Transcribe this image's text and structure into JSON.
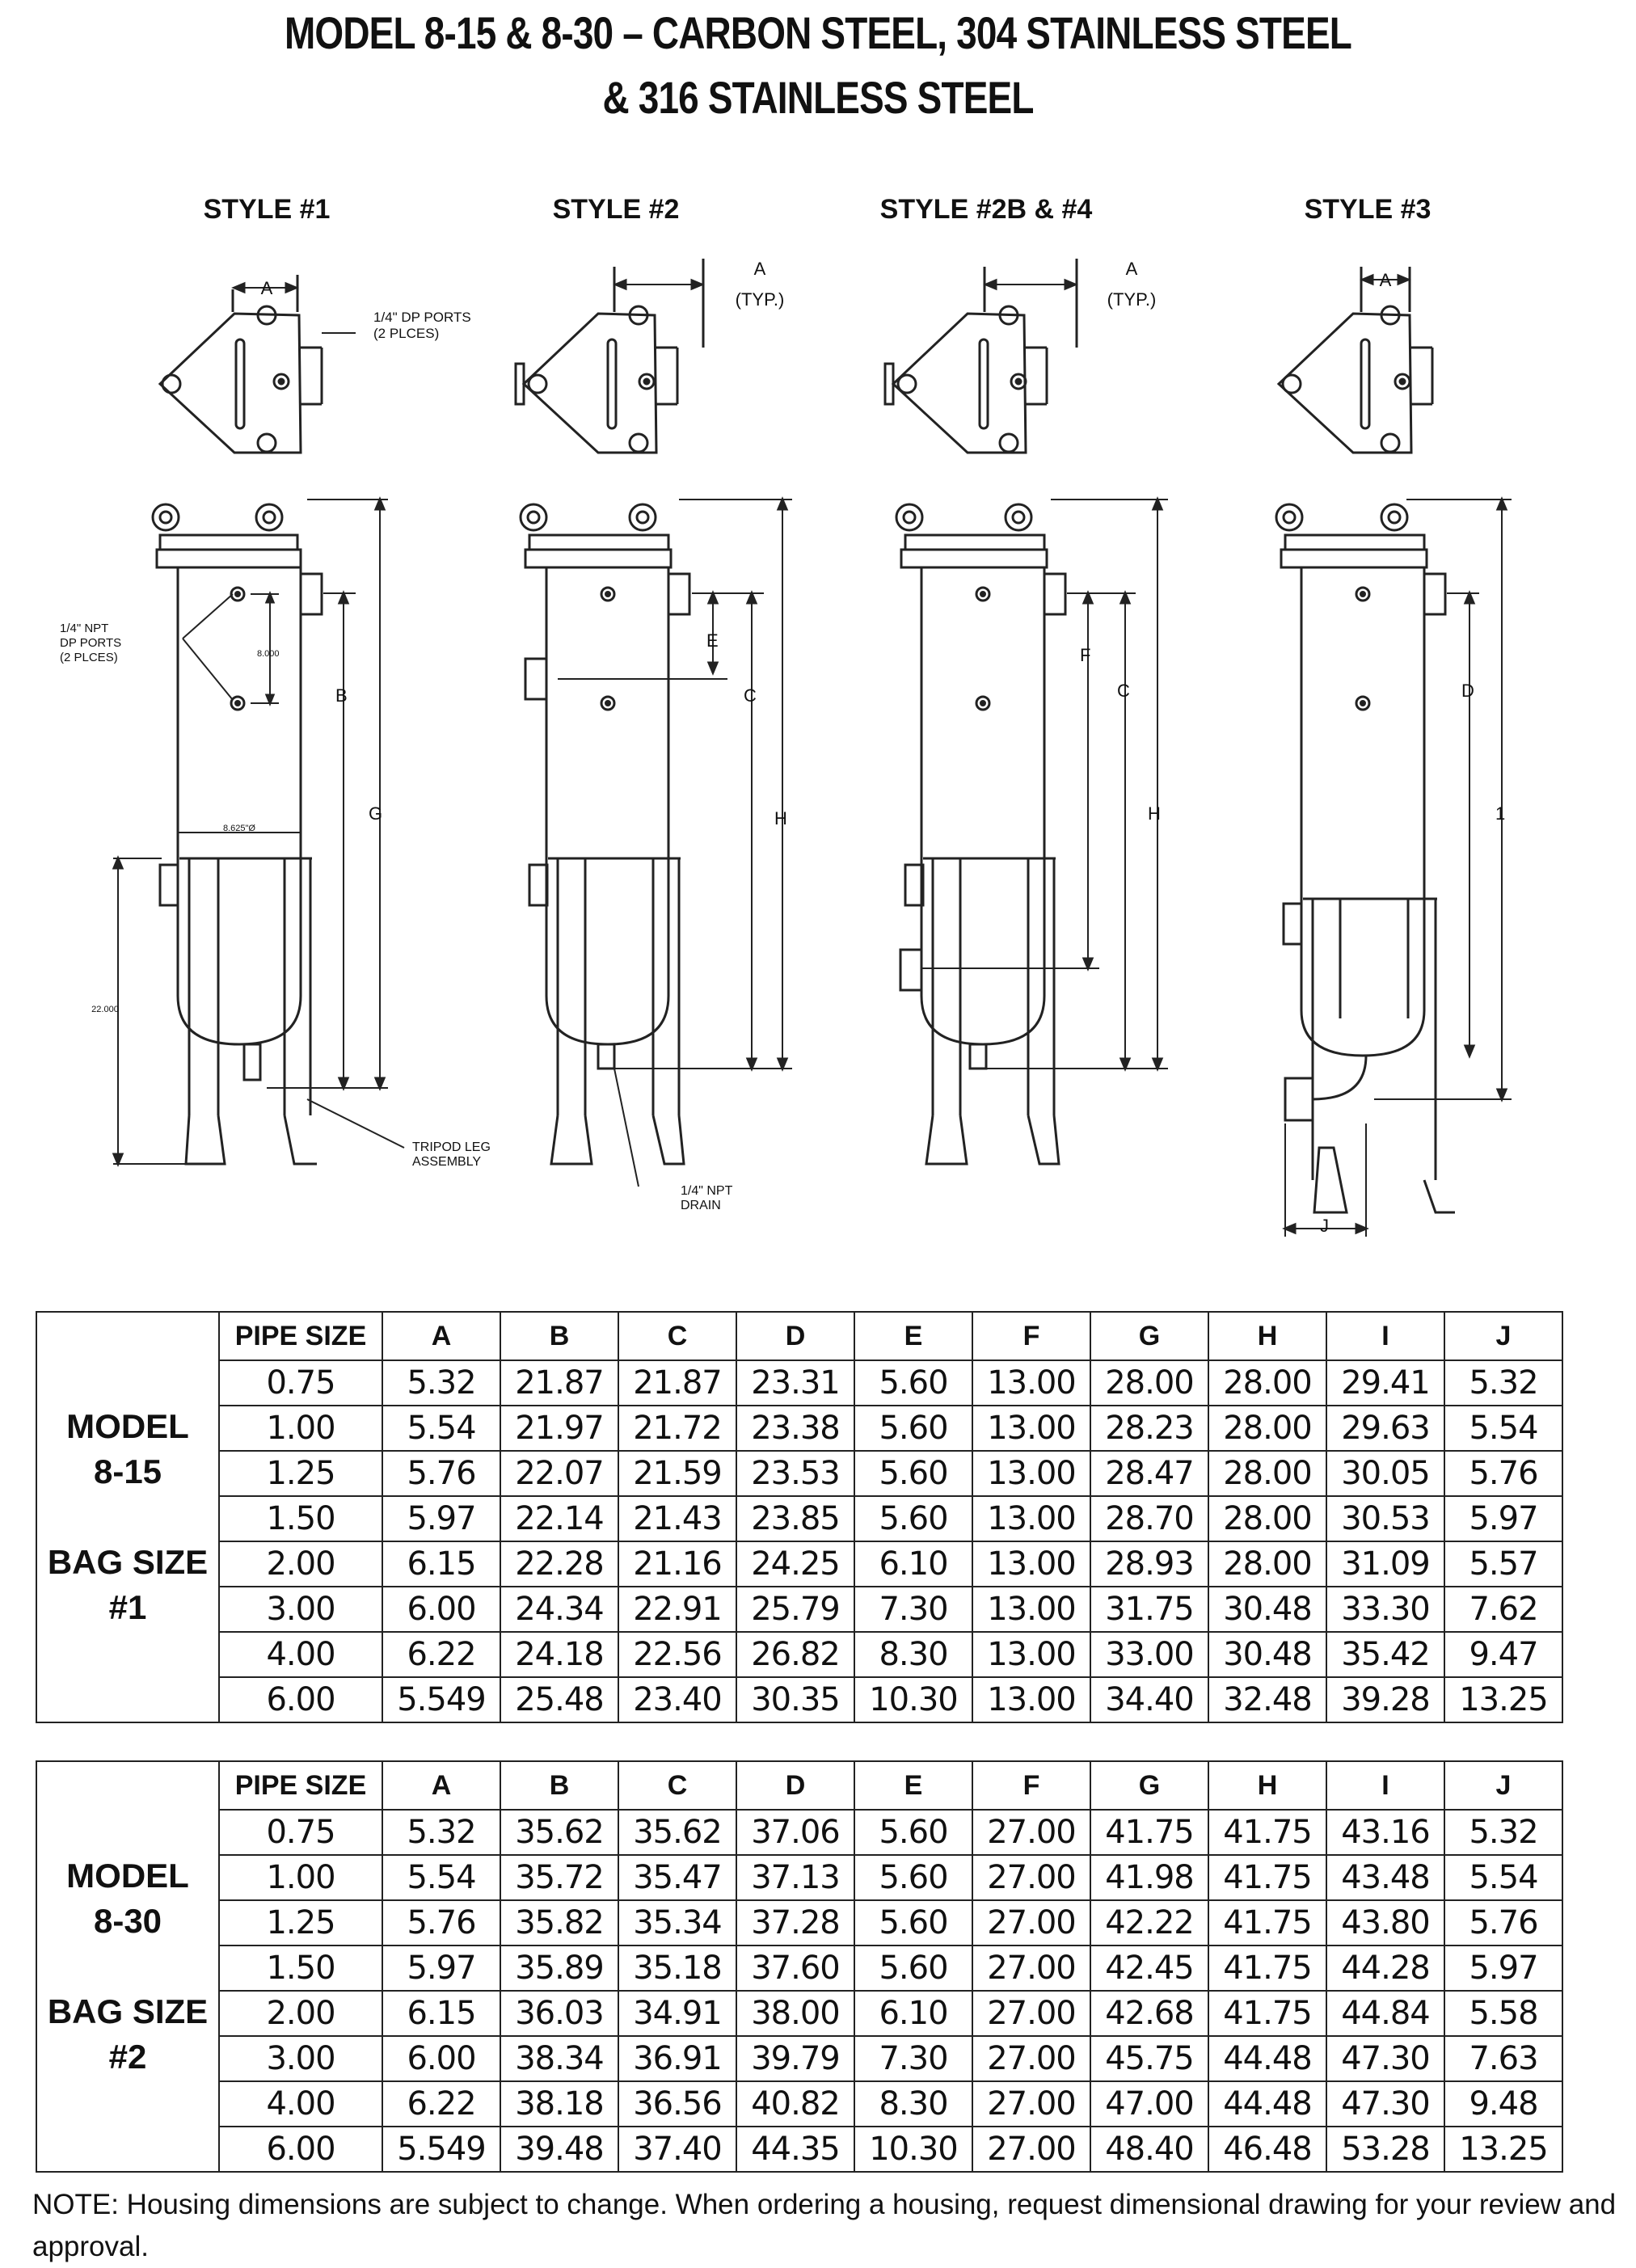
{
  "title": {
    "line1": "MODEL 8-15 & 8-30 – CARBON STEEL, 304 STAINLESS STEEL",
    "line2": "& 316 STAINLESS STEEL"
  },
  "styles": [
    "STYLE #1",
    "STYLE #2",
    "STYLE #2B & #4",
    "STYLE #3"
  ],
  "drawing_labels": {
    "a": "A",
    "a_typ": "(TYP.)",
    "dp_ports_top": "1/4\" DP PORTS",
    "dp_ports_top_count": "(2 PLCES)",
    "npt_dp_ports_1": "1/4\" NPT",
    "npt_dp_ports_2": "DP PORTS",
    "npt_dp_ports_3": "(2 PLCES)",
    "spacing": "8.000",
    "diameter": "8.625\"Ø",
    "leg_height": "22.000",
    "tripod_1": "TRIPOD LEG",
    "tripod_2": "ASSEMBLY",
    "drain_1": "1/4\" NPT",
    "drain_2": "DRAIN",
    "b": "B",
    "c": "C",
    "d": "D",
    "e": "E",
    "f": "F",
    "g": "G",
    "h": "H",
    "i": "1",
    "j": "J"
  },
  "table_headers": [
    "PIPE SIZE",
    "A",
    "B",
    "C",
    "D",
    "E",
    "F",
    "G",
    "H",
    "I",
    "J"
  ],
  "tables": [
    {
      "model_lines": [
        "MODEL",
        "8-15",
        "",
        "BAG SIZE",
        "#1"
      ],
      "rows": [
        [
          "0.75",
          "5.32",
          "21.87",
          "21.87",
          "23.31",
          "5.60",
          "13.00",
          "28.00",
          "28.00",
          "29.41",
          "5.32"
        ],
        [
          "1.00",
          "5.54",
          "21.97",
          "21.72",
          "23.38",
          "5.60",
          "13.00",
          "28.23",
          "28.00",
          "29.63",
          "5.54"
        ],
        [
          "1.25",
          "5.76",
          "22.07",
          "21.59",
          "23.53",
          "5.60",
          "13.00",
          "28.47",
          "28.00",
          "30.05",
          "5.76"
        ],
        [
          "1.50",
          "5.97",
          "22.14",
          "21.43",
          "23.85",
          "5.60",
          "13.00",
          "28.70",
          "28.00",
          "30.53",
          "5.97"
        ],
        [
          "2.00",
          "6.15",
          "22.28",
          "21.16",
          "24.25",
          "6.10",
          "13.00",
          "28.93",
          "28.00",
          "31.09",
          "5.57"
        ],
        [
          "3.00",
          "6.00",
          "24.34",
          "22.91",
          "25.79",
          "7.30",
          "13.00",
          "31.75",
          "30.48",
          "33.30",
          "7.62"
        ],
        [
          "4.00",
          "6.22",
          "24.18",
          "22.56",
          "26.82",
          "8.30",
          "13.00",
          "33.00",
          "30.48",
          "35.42",
          "9.47"
        ],
        [
          "6.00",
          "5.549",
          "25.48",
          "23.40",
          "30.35",
          "10.30",
          "13.00",
          "34.40",
          "32.48",
          "39.28",
          "13.25"
        ]
      ]
    },
    {
      "model_lines": [
        "MODEL",
        "8-30",
        "",
        "BAG SIZE",
        "#2"
      ],
      "rows": [
        [
          "0.75",
          "5.32",
          "35.62",
          "35.62",
          "37.06",
          "5.60",
          "27.00",
          "41.75",
          "41.75",
          "43.16",
          "5.32"
        ],
        [
          "1.00",
          "5.54",
          "35.72",
          "35.47",
          "37.13",
          "5.60",
          "27.00",
          "41.98",
          "41.75",
          "43.48",
          "5.54"
        ],
        [
          "1.25",
          "5.76",
          "35.82",
          "35.34",
          "37.28",
          "5.60",
          "27.00",
          "42.22",
          "41.75",
          "43.80",
          "5.76"
        ],
        [
          "1.50",
          "5.97",
          "35.89",
          "35.18",
          "37.60",
          "5.60",
          "27.00",
          "42.45",
          "41.75",
          "44.28",
          "5.97"
        ],
        [
          "2.00",
          "6.15",
          "36.03",
          "34.91",
          "38.00",
          "6.10",
          "27.00",
          "42.68",
          "41.75",
          "44.84",
          "5.58"
        ],
        [
          "3.00",
          "6.00",
          "38.34",
          "36.91",
          "39.79",
          "7.30",
          "27.00",
          "45.75",
          "44.48",
          "47.30",
          "7.63"
        ],
        [
          "4.00",
          "6.22",
          "38.18",
          "36.56",
          "40.82",
          "8.30",
          "27.00",
          "47.00",
          "44.48",
          "47.30",
          "9.48"
        ],
        [
          "6.00",
          "5.549",
          "39.48",
          "37.40",
          "44.35",
          "10.30",
          "27.00",
          "48.40",
          "46.48",
          "53.28",
          "13.25"
        ]
      ]
    }
  ],
  "note": "NOTE:  Housing dimensions are subject to change.  When ordering a housing, request dimensional drawing for your review and approval."
}
